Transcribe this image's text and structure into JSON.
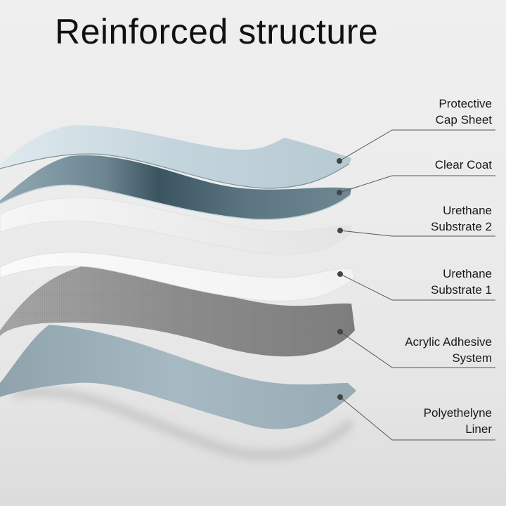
{
  "title": "Reinforced structure",
  "layers": [
    {
      "id": "protective-cap-sheet",
      "lines": [
        "Protective",
        "Cap Sheet"
      ],
      "color": "#bfd0d8"
    },
    {
      "id": "clear-coat",
      "lines": [
        "Clear Coat"
      ],
      "color": "#4f6873"
    },
    {
      "id": "urethane-substrate-2",
      "lines": [
        "Urethane",
        "Substrate 2"
      ],
      "color": "#f2f2f2"
    },
    {
      "id": "urethane-substrate-1",
      "lines": [
        "Urethane",
        "Substrate 1"
      ],
      "color": "#f7f7f7"
    },
    {
      "id": "acrylic-adhesive-system",
      "lines": [
        "Acrylic Adhesive",
        "System"
      ],
      "color": "#8a8a8a"
    },
    {
      "id": "polyethelyne-liner",
      "lines": [
        "Polyethelyne",
        "Liner"
      ],
      "color": "#9fb2bc"
    }
  ]
}
